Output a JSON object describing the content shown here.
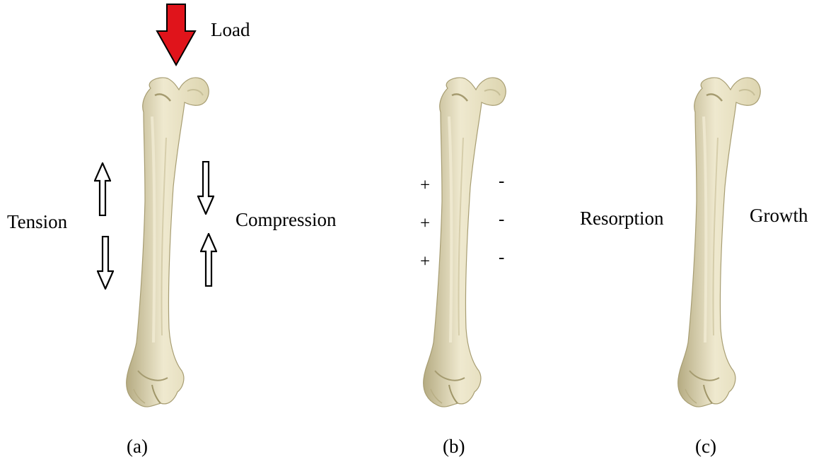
{
  "colors": {
    "bone": "#ddd5b0",
    "bone_dark": "#b5ab82",
    "bone_light": "#efe9cf",
    "load_arrow": "#e0141b",
    "outline": "#000000"
  },
  "panels": [
    {
      "caption": "(a)",
      "labels": {
        "load": "Load",
        "left": "Tension",
        "right": "Compression"
      }
    },
    {
      "caption": "(b)",
      "left_signs": [
        "+",
        "+",
        "+"
      ],
      "right_signs": [
        "-",
        "-",
        "-"
      ]
    },
    {
      "caption": "(c)",
      "labels": {
        "left": "Resorption",
        "right": "Growth"
      }
    }
  ]
}
